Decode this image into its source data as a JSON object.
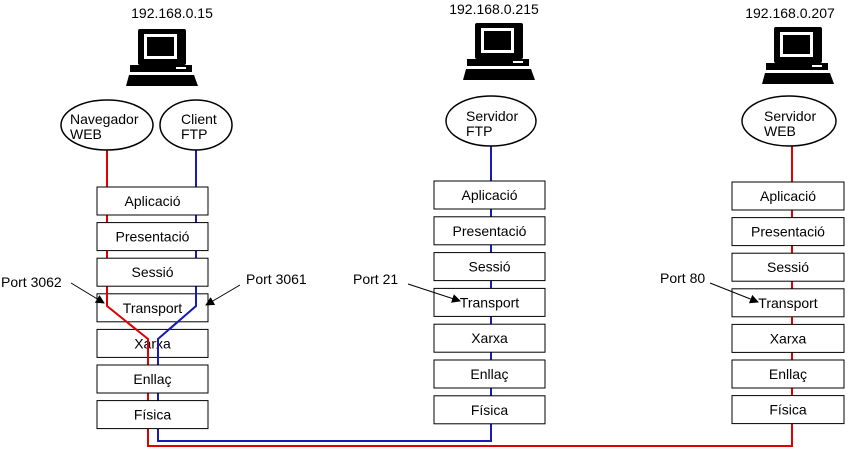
{
  "hosts": [
    {
      "ip": "192.168.0.15",
      "apps": [
        {
          "lines": [
            "Navegador",
            "WEB"
          ]
        },
        {
          "lines": [
            "Client",
            "FTP"
          ]
        }
      ],
      "layers": [
        "Aplicació",
        "Presentació",
        "Sessió",
        "Transport",
        "Xarxa",
        "Enllaç",
        "Física"
      ],
      "ports": [
        "Port 3062",
        "Port 3061"
      ]
    },
    {
      "ip": "192.168.0.215",
      "apps": [
        {
          "lines": [
            "Servidor",
            "FTP"
          ]
        }
      ],
      "layers": [
        "Aplicació",
        "Presentació",
        "Sessió",
        "Transport",
        "Xarxa",
        "Enllaç",
        "Física"
      ],
      "ports": [
        "Port 21"
      ]
    },
    {
      "ip": "192.168.0.207",
      "apps": [
        {
          "lines": [
            "Servidor",
            "WEB"
          ]
        }
      ],
      "layers": [
        "Aplicació",
        "Presentació",
        "Sessió",
        "Transport",
        "Xarxa",
        "Enllaç",
        "Física"
      ],
      "ports": [
        "Port 80"
      ]
    }
  ],
  "colors": {
    "web_connection": "#e00000",
    "ftp_connection": "#1a1ab4",
    "outline": "#000000",
    "background": "#ffffff"
  },
  "icons": [
    "desktop-computer-icon"
  ]
}
